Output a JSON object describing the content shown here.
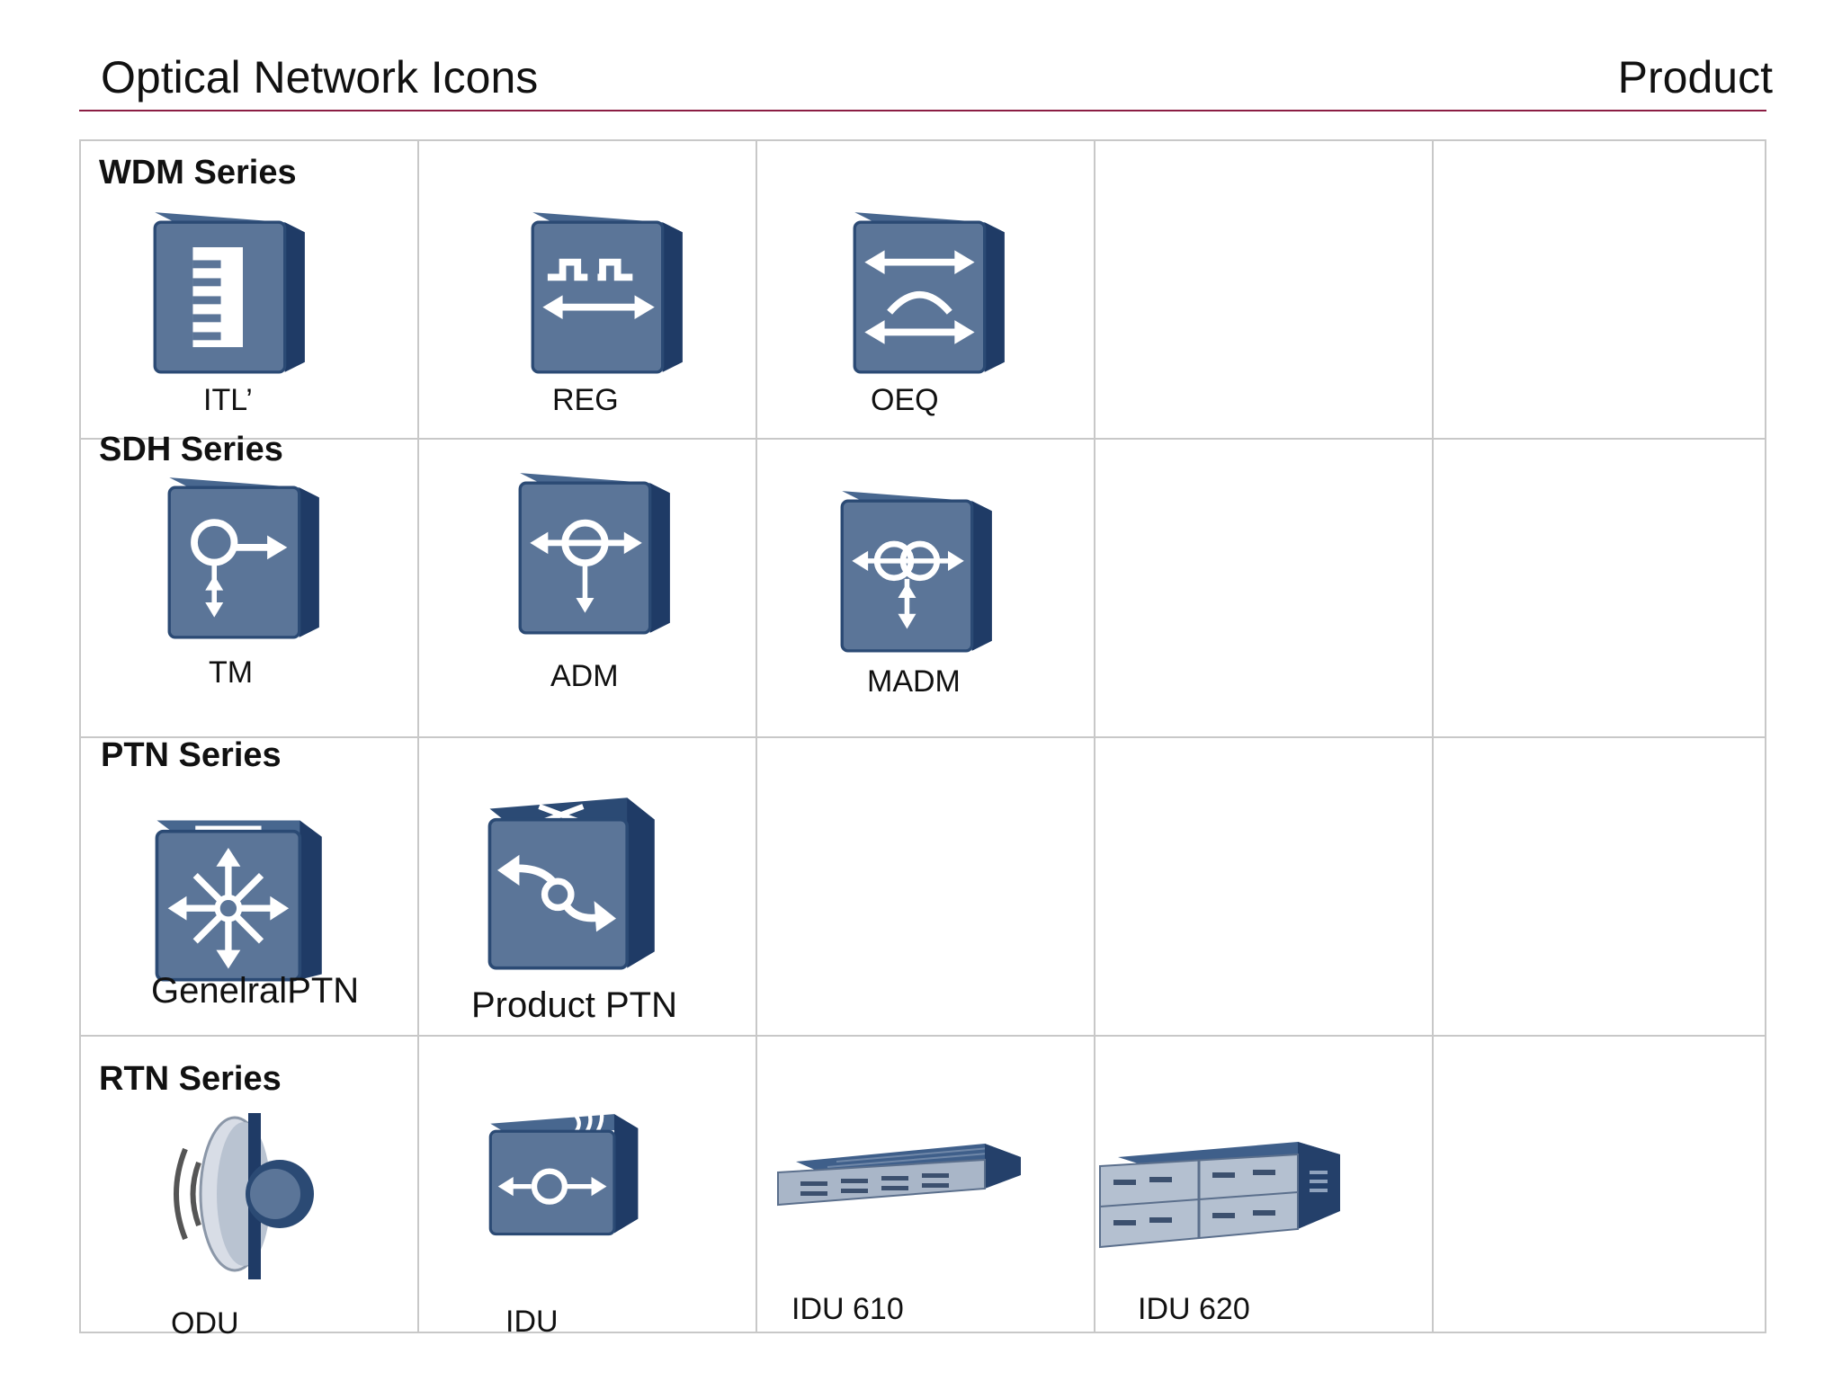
{
  "header": {
    "title": "Optical Network Icons",
    "section": "Product"
  },
  "rows": [
    {
      "series": "WDM Series",
      "items": [
        {
          "label": "ITL’",
          "icon": "interleaver-icon"
        },
        {
          "label": "REG",
          "icon": "regenerator-icon"
        },
        {
          "label": "OEQ",
          "icon": "optical-equalizer-icon"
        }
      ]
    },
    {
      "series": "SDH Series",
      "items": [
        {
          "label": "TM",
          "icon": "terminal-multiplexer-icon"
        },
        {
          "label": "ADM",
          "icon": "add-drop-multiplexer-icon"
        },
        {
          "label": "MADM",
          "icon": "multi-add-drop-multiplexer-icon"
        }
      ]
    },
    {
      "series": "PTN Series",
      "items": [
        {
          "label": "GenelralPTN",
          "icon": "general-ptn-icon"
        },
        {
          "label": "Product PTN",
          "icon": "product-ptn-icon"
        }
      ]
    },
    {
      "series": "RTN Series",
      "items": [
        {
          "label": "ODU",
          "icon": "outdoor-unit-antenna-icon"
        },
        {
          "label": "IDU",
          "icon": "indoor-unit-icon"
        },
        {
          "label": "IDU 610",
          "icon": "idu-610-chassis-icon"
        },
        {
          "label": "IDU 620",
          "icon": "idu-620-chassis-icon"
        }
      ]
    }
  ],
  "colors": {
    "icon_face": "#5b7598",
    "icon_side": "#1f3b66",
    "icon_top": "#48678f",
    "rule": "#8b1d43",
    "grid": "#c8c8c8"
  }
}
